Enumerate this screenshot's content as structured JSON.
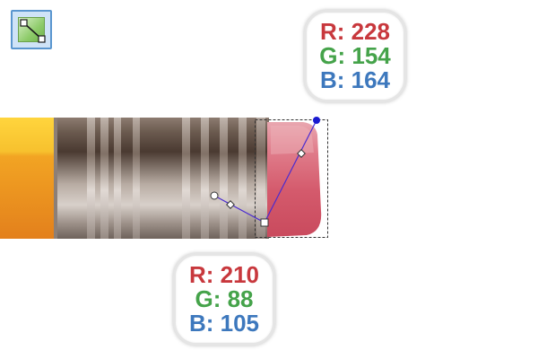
{
  "toolbar": {
    "active_tool_icon": "bezier-node-tool-icon"
  },
  "color_cards": {
    "top": {
      "r": "R: 228",
      "g": "G: 154",
      "b": "B: 164",
      "swatch": "#e49aa4"
    },
    "bottom": {
      "r": "R: 210",
      "g": "G: 88",
      "b": "B: 105",
      "swatch": "#d25869"
    }
  },
  "colors": {
    "pencil_body_light": "#ffd23a",
    "pencil_body_dark": "#e88a1e",
    "ferrule_dark": "#4e3d33",
    "ferrule_light": "#d2c9c2",
    "eraser_light": "#e49aa4",
    "eraser_dark": "#d25869",
    "path_line": "#4a2bd0",
    "selection_box": "#333333"
  }
}
